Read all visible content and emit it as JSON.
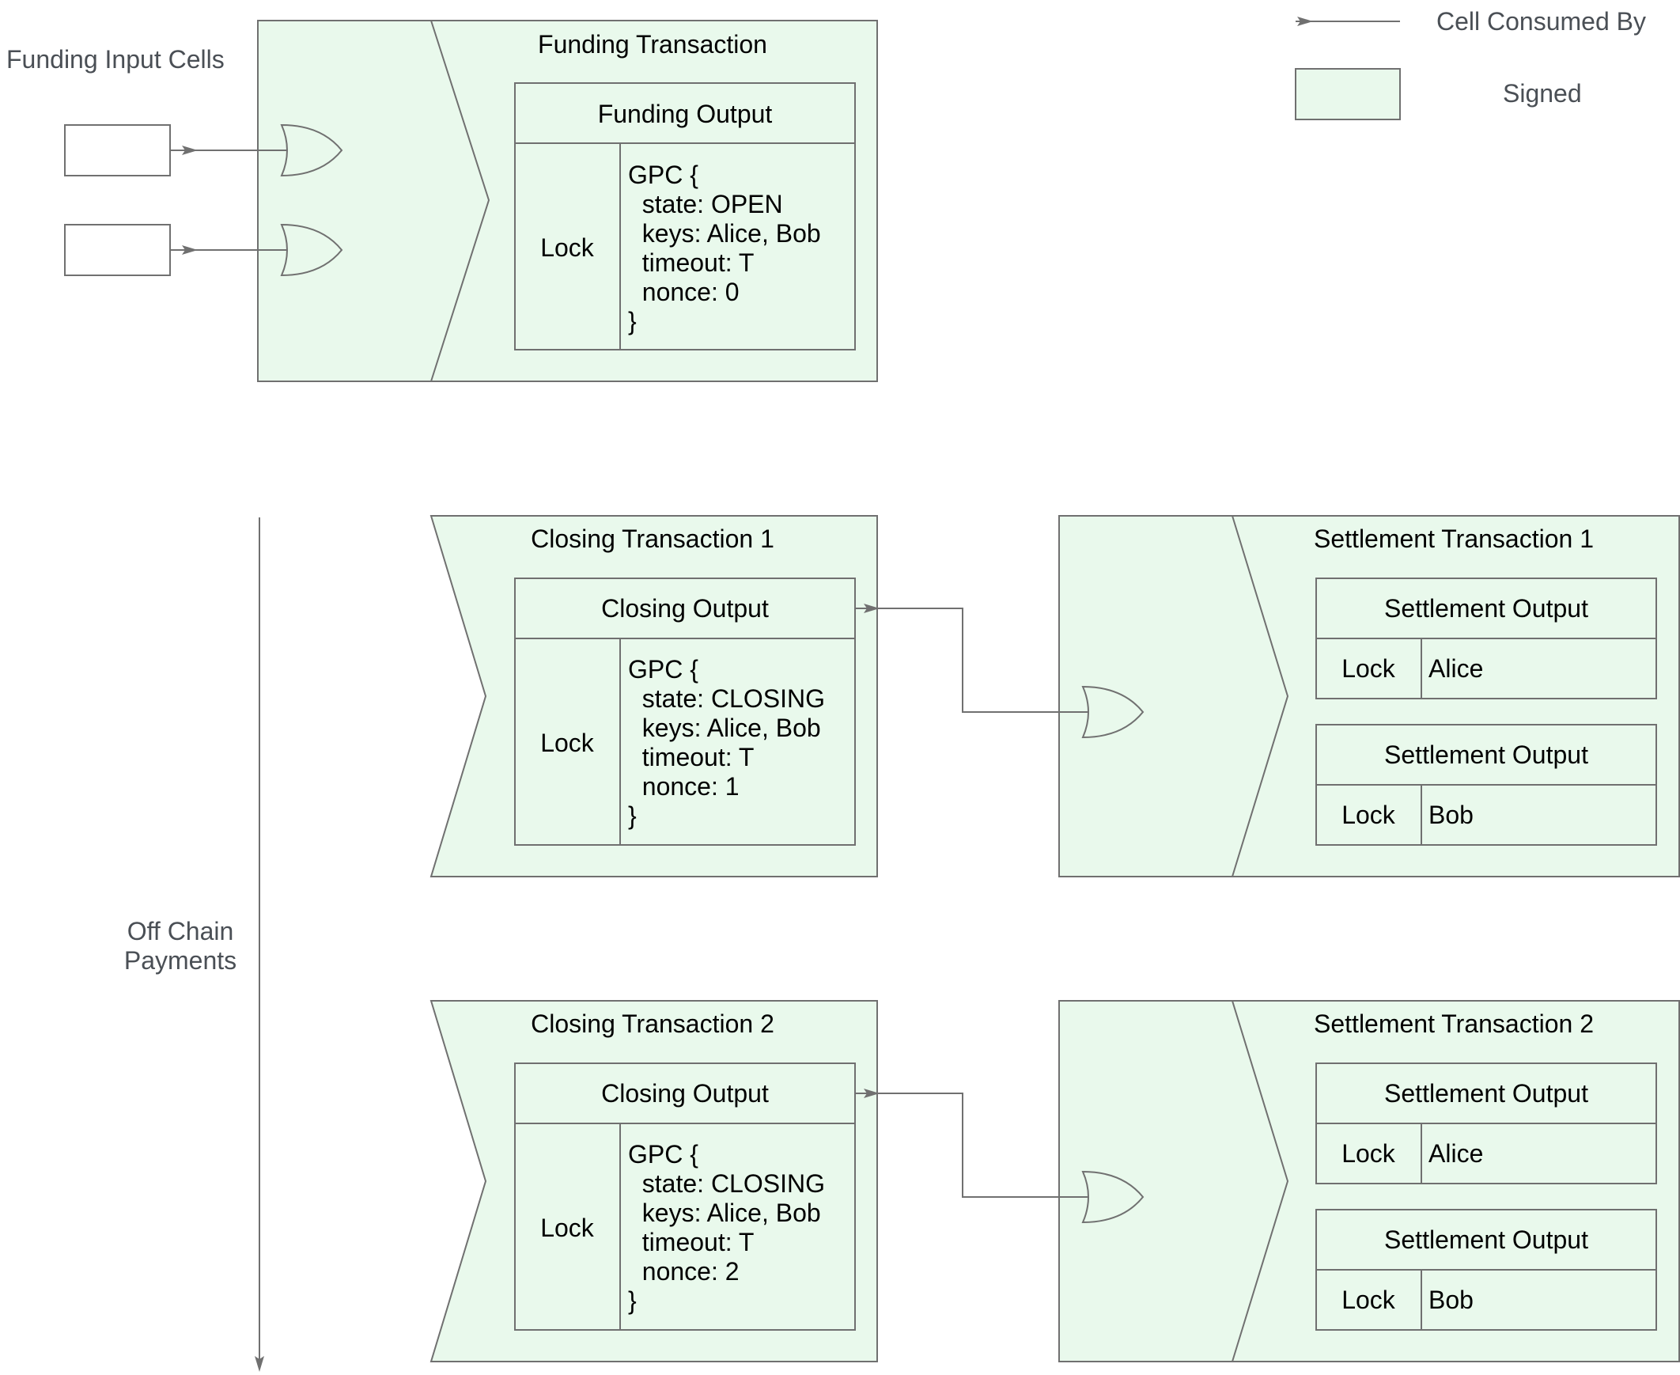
{
  "legend": {
    "consumed_label": "Cell Consumed By",
    "signed_label": "Signed"
  },
  "funding_inputs_label": "Funding Input Cells",
  "timeline_label_line1": "Off Chain",
  "timeline_label_line2": "Payments",
  "funding": {
    "title": "Funding Transaction",
    "output_title": "Funding Output",
    "lock_label": "Lock",
    "gpc_lines": [
      "GPC {",
      "  state: OPEN",
      "  keys: Alice, Bob",
      "  timeout: T",
      "  nonce: 0",
      "}"
    ]
  },
  "closing": [
    {
      "title": "Closing Transaction 1",
      "output_title": "Closing Output",
      "lock_label": "Lock",
      "gpc_lines": [
        "GPC {",
        "  state: CLOSING",
        "  keys: Alice, Bob",
        "  timeout: T",
        "  nonce: 1",
        "}"
      ]
    },
    {
      "title": "Closing Transaction 2",
      "output_title": "Closing Output",
      "lock_label": "Lock",
      "gpc_lines": [
        "GPC {",
        "  state: CLOSING",
        "  keys: Alice, Bob",
        "  timeout: T",
        "  nonce: 2",
        "}"
      ]
    }
  ],
  "settlement": [
    {
      "title": "Settlement Transaction 1",
      "outputs": [
        {
          "title": "Settlement Output",
          "lock_label": "Lock",
          "owner": "Alice"
        },
        {
          "title": "Settlement Output",
          "lock_label": "Lock",
          "owner": "Bob"
        }
      ]
    },
    {
      "title": "Settlement Transaction 2",
      "outputs": [
        {
          "title": "Settlement Output",
          "lock_label": "Lock",
          "owner": "Alice"
        },
        {
          "title": "Settlement Output",
          "lock_label": "Lock",
          "owner": "Bob"
        }
      ]
    }
  ],
  "colors": {
    "signed_fill": "#e9f9ec",
    "stroke": "#707070",
    "secondary_text": "#4a4f55"
  }
}
